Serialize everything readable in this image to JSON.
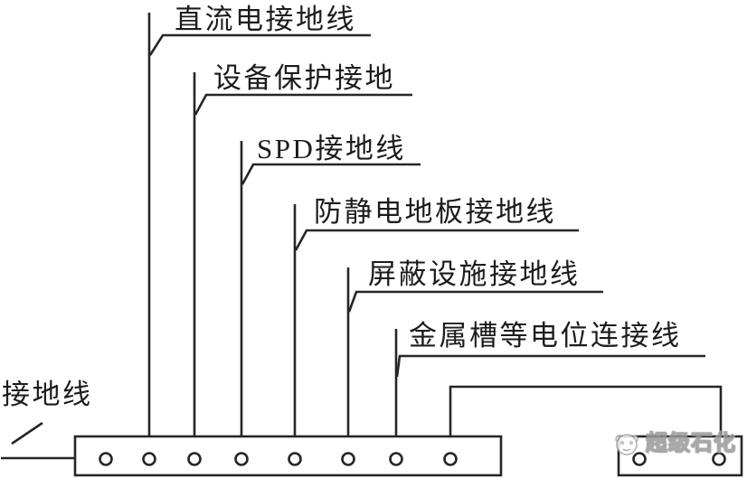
{
  "diagram": {
    "labels": [
      {
        "text": "直流电接地线"
      },
      {
        "text": "设备保护接地"
      },
      {
        "text": "SPD接地线"
      },
      {
        "text": "防静电地板接地线"
      },
      {
        "text": "屏蔽设施接地线"
      },
      {
        "text": "金属槽等电位连接线"
      }
    ],
    "ground_label": {
      "text": "接地线"
    },
    "watermark": {
      "text": "超级石化",
      "logo": "panda-logo-icon"
    },
    "colors": {
      "line": "#262626",
      "text": "#1c1c1c",
      "background": "#ffffff",
      "watermark": "#9a9a9a"
    },
    "terminals": {
      "main_bus_count": 8,
      "secondary_bus_count": 2
    }
  }
}
